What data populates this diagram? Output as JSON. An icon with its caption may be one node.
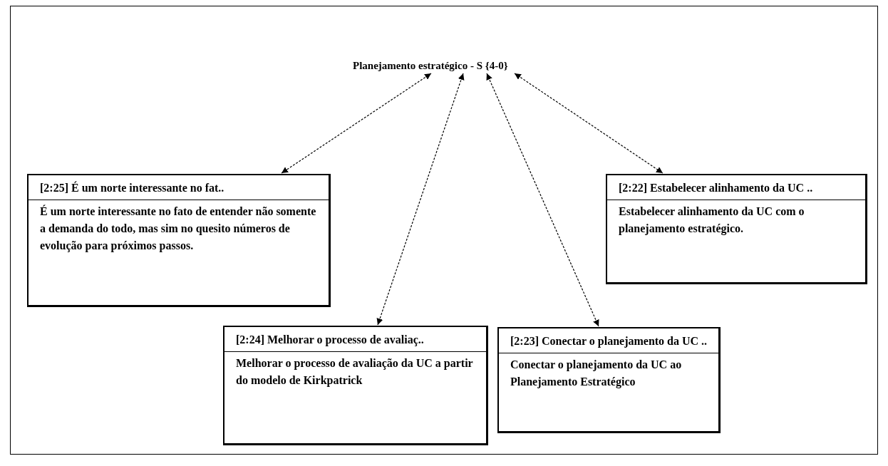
{
  "diagram": {
    "nodes": [
      {
        "text": [
          "Planejamento estratégico - S {4-0}"
        ]
      },
      {
        "text": [
          "[2:25] É um norte interessante no fat..",
          "É um norte interessante no fato de entender não somente a demanda do todo, mas sim no quesito números de evolução para próximos passos."
        ]
      },
      {
        "text": [
          "[2:22] Estabelecer alinhamento da UC ..",
          "Estabelecer alinhamento da UC com o planejamento estratégico."
        ]
      },
      {
        "text": [
          "[2:24] Melhorar o processo de avaliaç..",
          "Melhorar o processo de avaliação da UC a partir do modelo de Kirkpatrick"
        ]
      },
      {
        "text": [
          "[2:23] Conectar o planejamento da UC ..",
          "Conectar o planejamento da UC ao Planejamento Estratégico"
        ]
      }
    ],
    "edges": [
      {
        "from": 0,
        "to": 1,
        "arrow": "both",
        "style": "dashed"
      },
      {
        "from": 0,
        "to": 3,
        "arrow": "both",
        "style": "dashed"
      },
      {
        "from": 0,
        "to": 4,
        "arrow": "both",
        "style": "dashed"
      },
      {
        "from": 0,
        "to": 2,
        "arrow": "both",
        "style": "dashed"
      }
    ]
  }
}
